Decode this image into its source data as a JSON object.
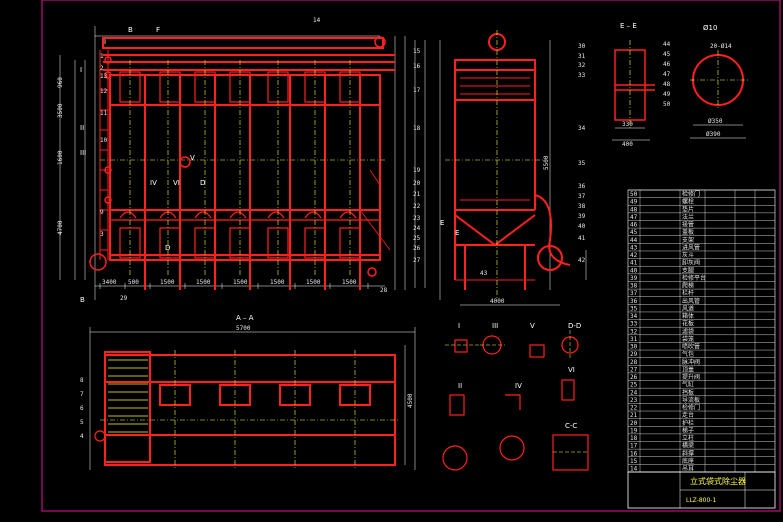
{
  "colors": {
    "background": "#000000",
    "frame": "#c01080",
    "structure": "#ff2020",
    "dimension": "#ffffff",
    "centerline": "#ffff30",
    "text": "#e0e0e0"
  },
  "views": {
    "front": {
      "section_marks": [
        "B",
        "F",
        "I",
        "II",
        "III",
        "IV",
        "V",
        "VI",
        "D",
        "D",
        "E",
        "E",
        "B",
        "I"
      ]
    },
    "section_aa": {
      "title": "A – A",
      "width": "5700",
      "height": "4500"
    },
    "side": {
      "width": "4000",
      "height": "5500"
    },
    "section_ee": {
      "title": "E – E",
      "dims": [
        "330",
        "400"
      ]
    },
    "detail_circle": {
      "title": "Ø10",
      "label": "20-Ø14",
      "dims": [
        "Ø350",
        "Ø390"
      ]
    },
    "details": [
      "I",
      "III",
      "V",
      "D-D",
      "II",
      "IV",
      "VI",
      "C-C"
    ]
  },
  "callouts": {
    "front": [
      "14",
      "15",
      "16",
      "17",
      "18",
      "19",
      "20",
      "21",
      "22",
      "23",
      "24",
      "25",
      "26",
      "27",
      "28",
      "29",
      "1",
      "2",
      "3",
      "9",
      "10",
      "11",
      "12",
      "13"
    ],
    "side": [
      "30",
      "31",
      "32",
      "33",
      "34",
      "35",
      "36",
      "37",
      "38",
      "39",
      "40",
      "41",
      "42",
      "43"
    ],
    "section_ee": [
      "44",
      "45",
      "46",
      "47",
      "48",
      "49",
      "50"
    ],
    "aa": [
      "8",
      "7",
      "6",
      "5",
      "4"
    ]
  },
  "dimensions": {
    "front_bottom": [
      "3400",
      "500",
      "1500",
      "1500",
      "1500",
      "1500",
      "1500",
      "1500"
    ],
    "front_left": [
      "960",
      "3500",
      "1600",
      "4700"
    ]
  },
  "title_block": {
    "name": "立式袋式除尘器",
    "drawing_no": "LLZ-800-1"
  },
  "parts_table": {
    "rows": [
      {
        "no": "50",
        "name": "检修门"
      },
      {
        "no": "49",
        "name": "螺栓"
      },
      {
        "no": "48",
        "name": "垫片"
      },
      {
        "no": "47",
        "name": "法兰"
      },
      {
        "no": "46",
        "name": "接管"
      },
      {
        "no": "45",
        "name": "盖板"
      },
      {
        "no": "44",
        "name": "支架"
      },
      {
        "no": "43",
        "name": "进风管"
      },
      {
        "no": "42",
        "name": "灰斗"
      },
      {
        "no": "41",
        "name": "卸灰阀"
      },
      {
        "no": "40",
        "name": "支腿"
      },
      {
        "no": "39",
        "name": "检修平台"
      },
      {
        "no": "38",
        "name": "爬梯"
      },
      {
        "no": "37",
        "name": "栏杆"
      },
      {
        "no": "36",
        "name": "出风管"
      },
      {
        "no": "35",
        "name": "风道"
      },
      {
        "no": "34",
        "name": "箱体"
      },
      {
        "no": "33",
        "name": "花板"
      },
      {
        "no": "32",
        "name": "滤袋"
      },
      {
        "no": "31",
        "name": "袋笼"
      },
      {
        "no": "30",
        "name": "喷吹管"
      },
      {
        "no": "29",
        "name": "气包"
      },
      {
        "no": "28",
        "name": "脉冲阀"
      },
      {
        "no": "27",
        "name": "顶盖"
      },
      {
        "no": "26",
        "name": "提升阀"
      },
      {
        "no": "25",
        "name": "气缸"
      },
      {
        "no": "24",
        "name": "挡板"
      },
      {
        "no": "23",
        "name": "导流板"
      },
      {
        "no": "22",
        "name": "检修门"
      },
      {
        "no": "21",
        "name": "走台"
      },
      {
        "no": "20",
        "name": "护栏"
      },
      {
        "no": "19",
        "name": "梯子"
      },
      {
        "no": "18",
        "name": "立柱"
      },
      {
        "no": "17",
        "name": "横梁"
      },
      {
        "no": "16",
        "name": "斜撑"
      },
      {
        "no": "15",
        "name": "底座"
      },
      {
        "no": "14",
        "name": "吊耳"
      }
    ]
  }
}
